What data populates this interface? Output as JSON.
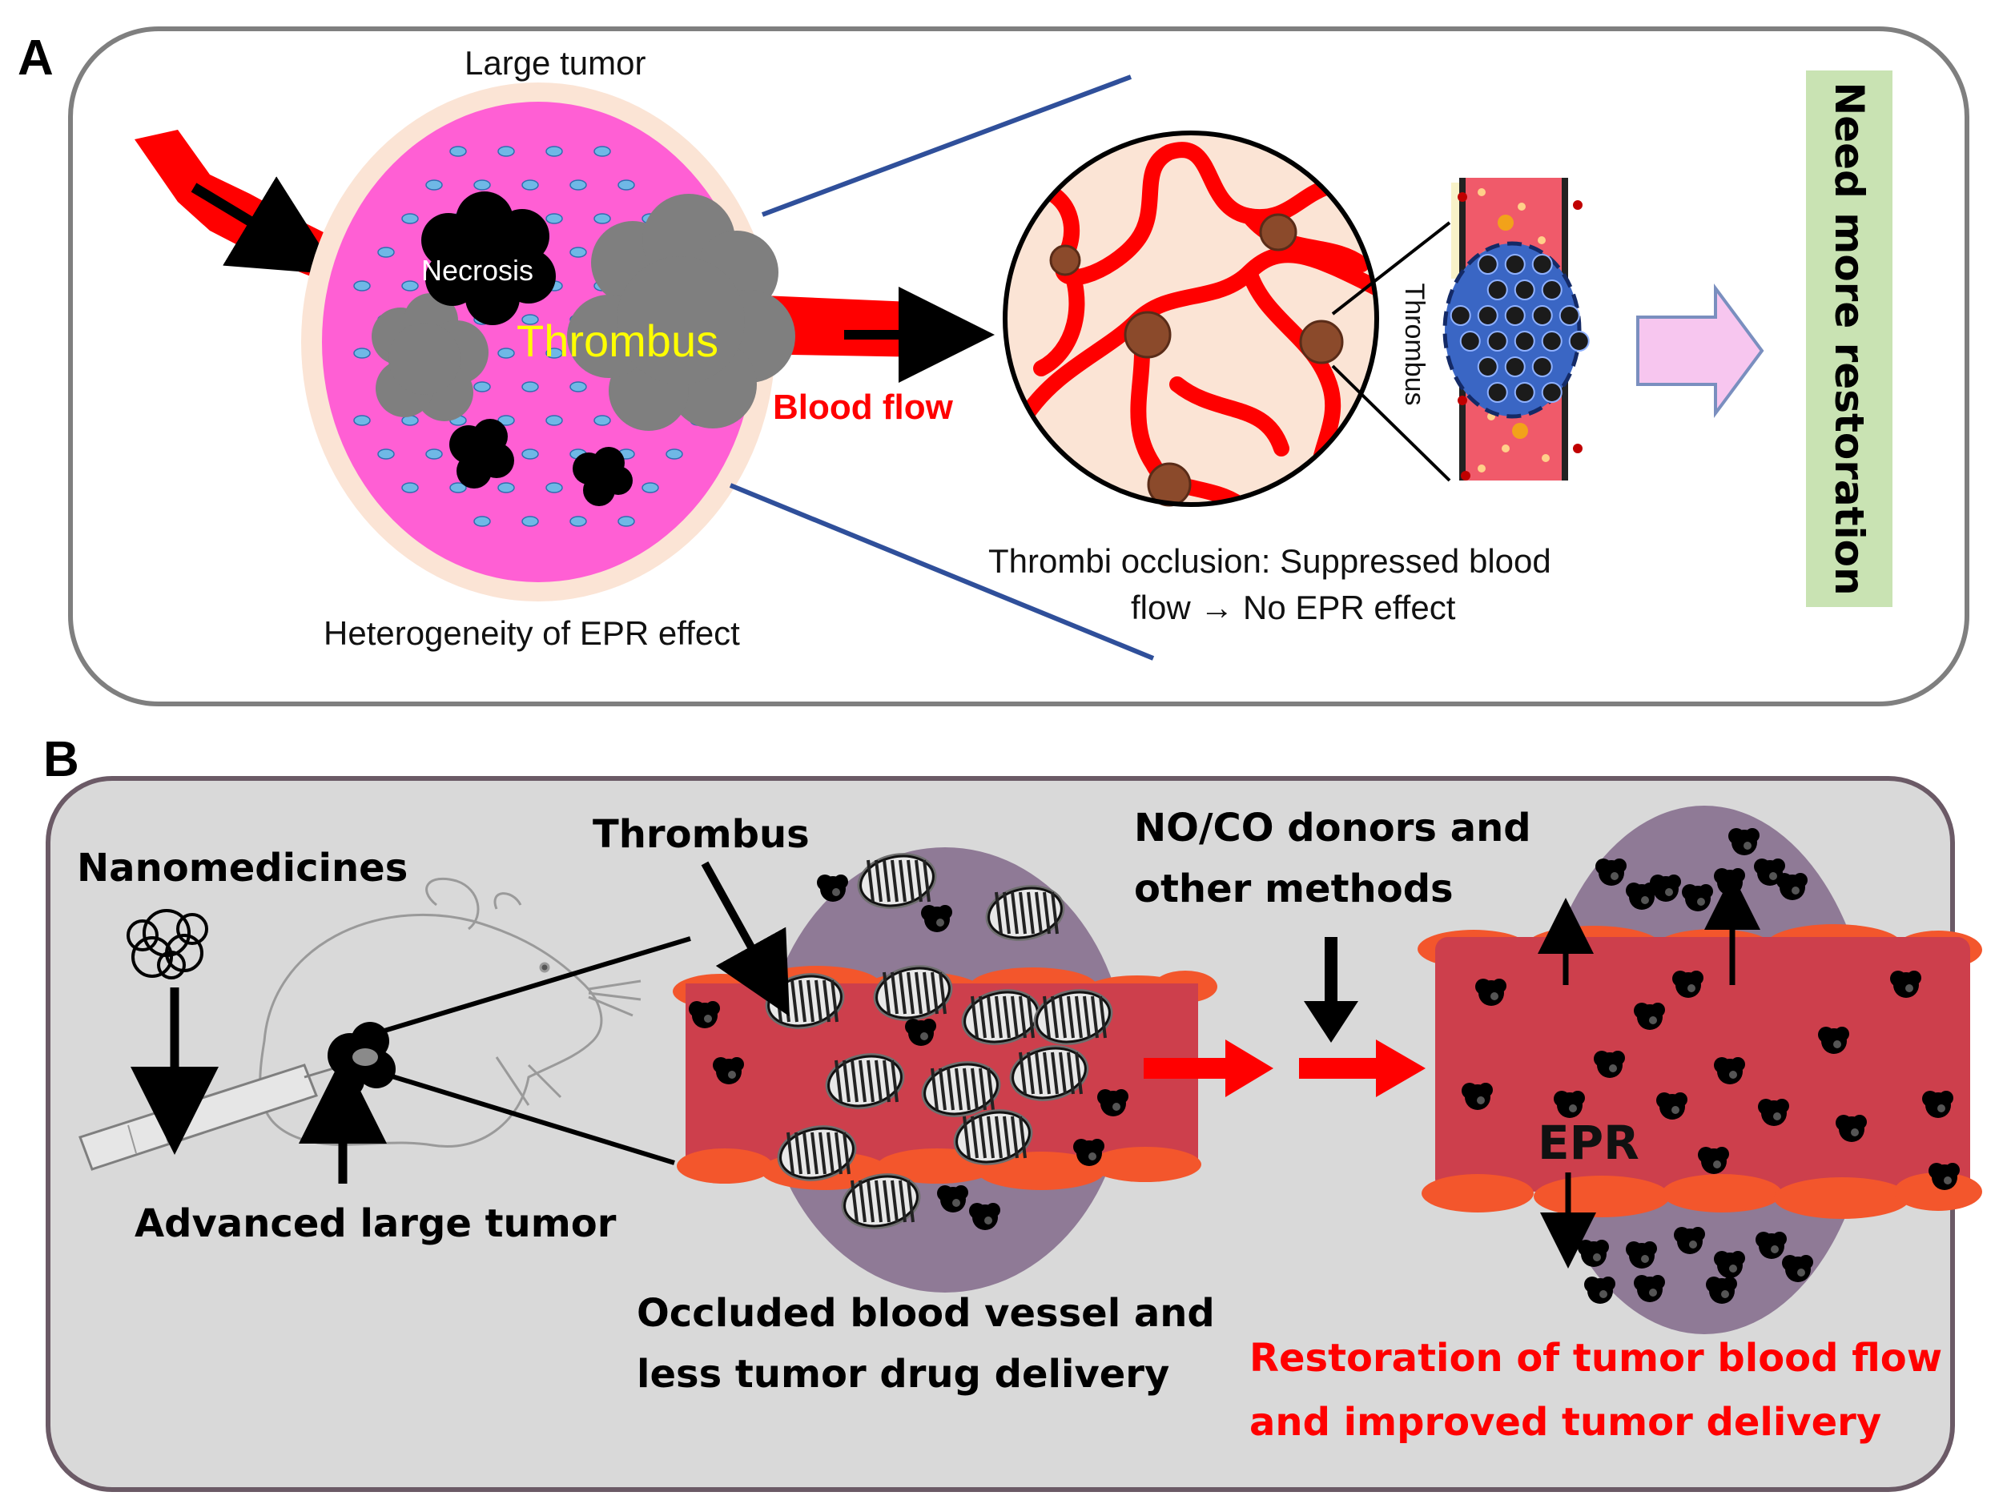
{
  "panelA": {
    "letter": "A",
    "large_tumor": "Large tumor",
    "necrosis": "Necrosis",
    "thrombus": "Thrombus",
    "blood_flow": "Blood flow",
    "heterogeneity": "Heterogeneity of EPR effect",
    "thrombus_side": "Thrombus",
    "occlusion_line1": "Thrombi occlusion: Suppressed blood",
    "occlusion_line2": "flow → No EPR effect",
    "need_more": "Need more restoration"
  },
  "panelB": {
    "letter": "B",
    "nanomedicines": "Nanomedicines",
    "advanced_tumor": "Advanced large tumor",
    "thrombus": "Thrombus",
    "occluded_line1": "Occluded blood vessel and",
    "occluded_line2": "less tumor drug delivery",
    "donors_line1": "NO/CO donors and",
    "donors_line2": "other methods",
    "epr": "EPR",
    "restoration_line1": "Restoration of tumor blood flow",
    "restoration_line2": "and improved tumor delivery"
  },
  "colors": {
    "tumor_pink": "#ff5fd4",
    "tumor_halo": "#fbe4d5",
    "vessel_red": "#ff0000",
    "vessel_dark_red": "#cd3f4c",
    "vessel_edge_orange": "#f3562c",
    "tumor_purple": "#8f7a96",
    "highlight_yellow": "#ffff00",
    "restoration_green": "#c9e3b3",
    "arrow_pink": "#f7c6ef",
    "zoom_line_blue": "#2f4f9a"
  }
}
